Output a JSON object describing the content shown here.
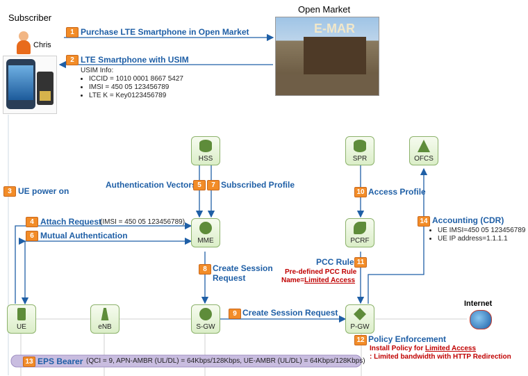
{
  "subscriber": {
    "title": "Subscriber",
    "name": "Chris"
  },
  "market": {
    "title": "Open Market",
    "sign": "E-MAR"
  },
  "steps": [
    {
      "n": "1",
      "label": "Purchase LTE Smartphone in Open Market"
    },
    {
      "n": "2",
      "label": "LTE Smartphone with USIM"
    },
    {
      "n": "3",
      "label": "UE power on"
    },
    {
      "n": "4",
      "label": "Attach Request",
      "detail": "(IMSI = 450 05 123456789)"
    },
    {
      "n": "5",
      "label": "Authentication Vectors"
    },
    {
      "n": "6",
      "label": "Mutual Authentication"
    },
    {
      "n": "7",
      "label": "Subscribed Profile"
    },
    {
      "n": "8",
      "label": "Create Session",
      "label2": "Request"
    },
    {
      "n": "9",
      "label": "Create Session Request"
    },
    {
      "n": "10",
      "label": "Access Profile"
    },
    {
      "n": "11",
      "label": "PCC Rule",
      "detail": "Pre-defined PCC Rule",
      "detail2_prefix": "Name=",
      "detail2_value": "Limited Access"
    },
    {
      "n": "12",
      "label": "Policy Enforcement",
      "detail_prefix": "Install Policy for ",
      "detail_value": "Limited Access",
      "detail2": ": Limited bandwidth with HTTP Redirection"
    },
    {
      "n": "13",
      "label": "EPS Bearer",
      "detail": "(QCI = 9, APN-AMBR (UL/DL) = 64Kbps/128Kbps, UE-AMBR (UL/DL) = 64Kbps/128Kbps)"
    },
    {
      "n": "14",
      "label": "Accounting (CDR)"
    }
  ],
  "usim": {
    "title": "USIM Info:",
    "items": [
      "ICCID = 1010 0001 8667 5427",
      "IMSI = 450 05 123456789",
      "LTE K = Key0123456789"
    ]
  },
  "accounting": {
    "items": [
      "UE IMSI=450 05 123456789",
      "UE IP address=1.1.1.1"
    ]
  },
  "nodes": {
    "hss": "HSS",
    "spr": "SPR",
    "ofcs": "OFCS",
    "mme": "MME",
    "pcrf": "PCRF",
    "ue": "UE",
    "enb": "eNB",
    "sgw": "S-GW",
    "pgw": "P-GW"
  },
  "internet": "Internet",
  "colors": {
    "label": "#1f5fa6",
    "badge": "#f28c28",
    "policy": "#c00000",
    "node": "#5e8c3a",
    "bearer": "#c9bde0"
  }
}
